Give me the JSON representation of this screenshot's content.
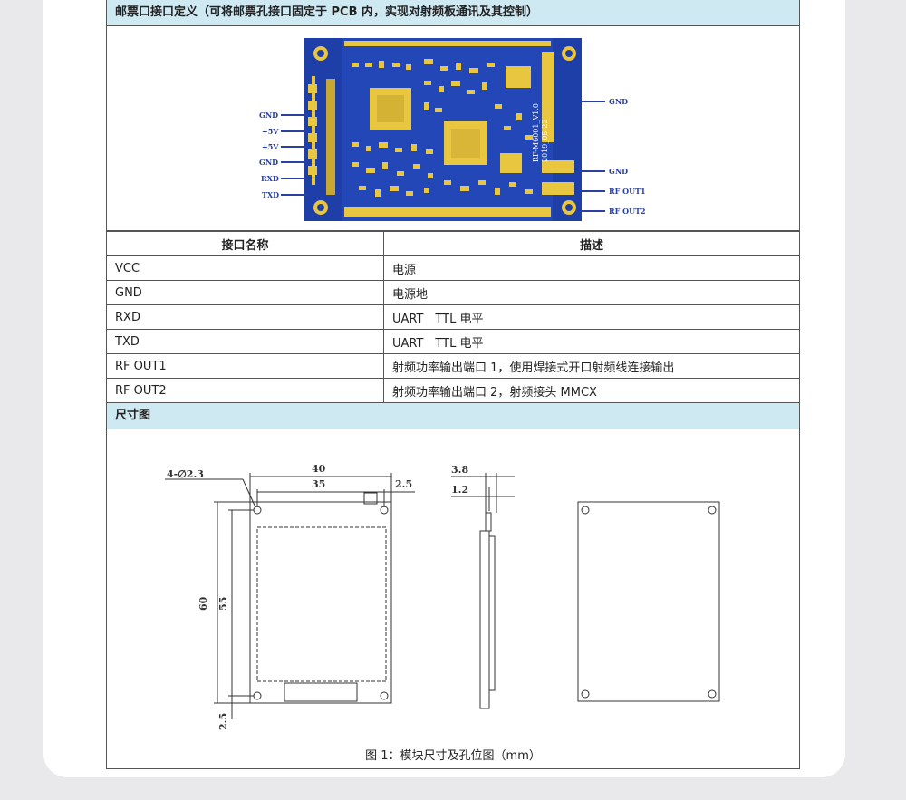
{
  "section1": {
    "title": "邮票口接口定义（可将邮票孔接口固定于 PCB 内，实现对射频板通讯及其控制）"
  },
  "pcb": {
    "left_labels": [
      "GND",
      "+5V",
      "+5V",
      "GND",
      "RXD",
      "TXD"
    ],
    "right_labels": [
      "GND",
      "GND",
      "RF OUT1",
      "RF OUT2"
    ],
    "silk_text_1": "RF-M6001_V1.0",
    "silk_text_2": "2019_05-22",
    "colors": {
      "board": "#1f3fa8",
      "pads": "#e8c640",
      "label": "#2a3fa0"
    }
  },
  "table": {
    "headers": [
      "接口名称",
      "描述"
    ],
    "rows": [
      [
        "VCC",
        "电源"
      ],
      [
        "GND",
        "电源地"
      ],
      [
        "RXD",
        "UART　TTL 电平"
      ],
      [
        "TXD",
        "UART　TTL 电平"
      ],
      [
        "RF OUT1",
        "射频功率输出端口 1，使用焊接式开口射频线连接输出"
      ],
      [
        "RF OUT2",
        "射频功率输出端口 2，射频接头 MMCX"
      ]
    ]
  },
  "section2": {
    "title": "尺寸图"
  },
  "drawing": {
    "hole_label": "4-∅2.3",
    "dim_40": "40",
    "dim_35": "35",
    "dim_25_top": "2.5",
    "dim_60": "60",
    "dim_55": "55",
    "dim_25_bottom": "2.5",
    "dim_38": "3.8",
    "dim_12": "1.2",
    "caption": "图 1：模块尺寸及孔位图（mm）"
  }
}
